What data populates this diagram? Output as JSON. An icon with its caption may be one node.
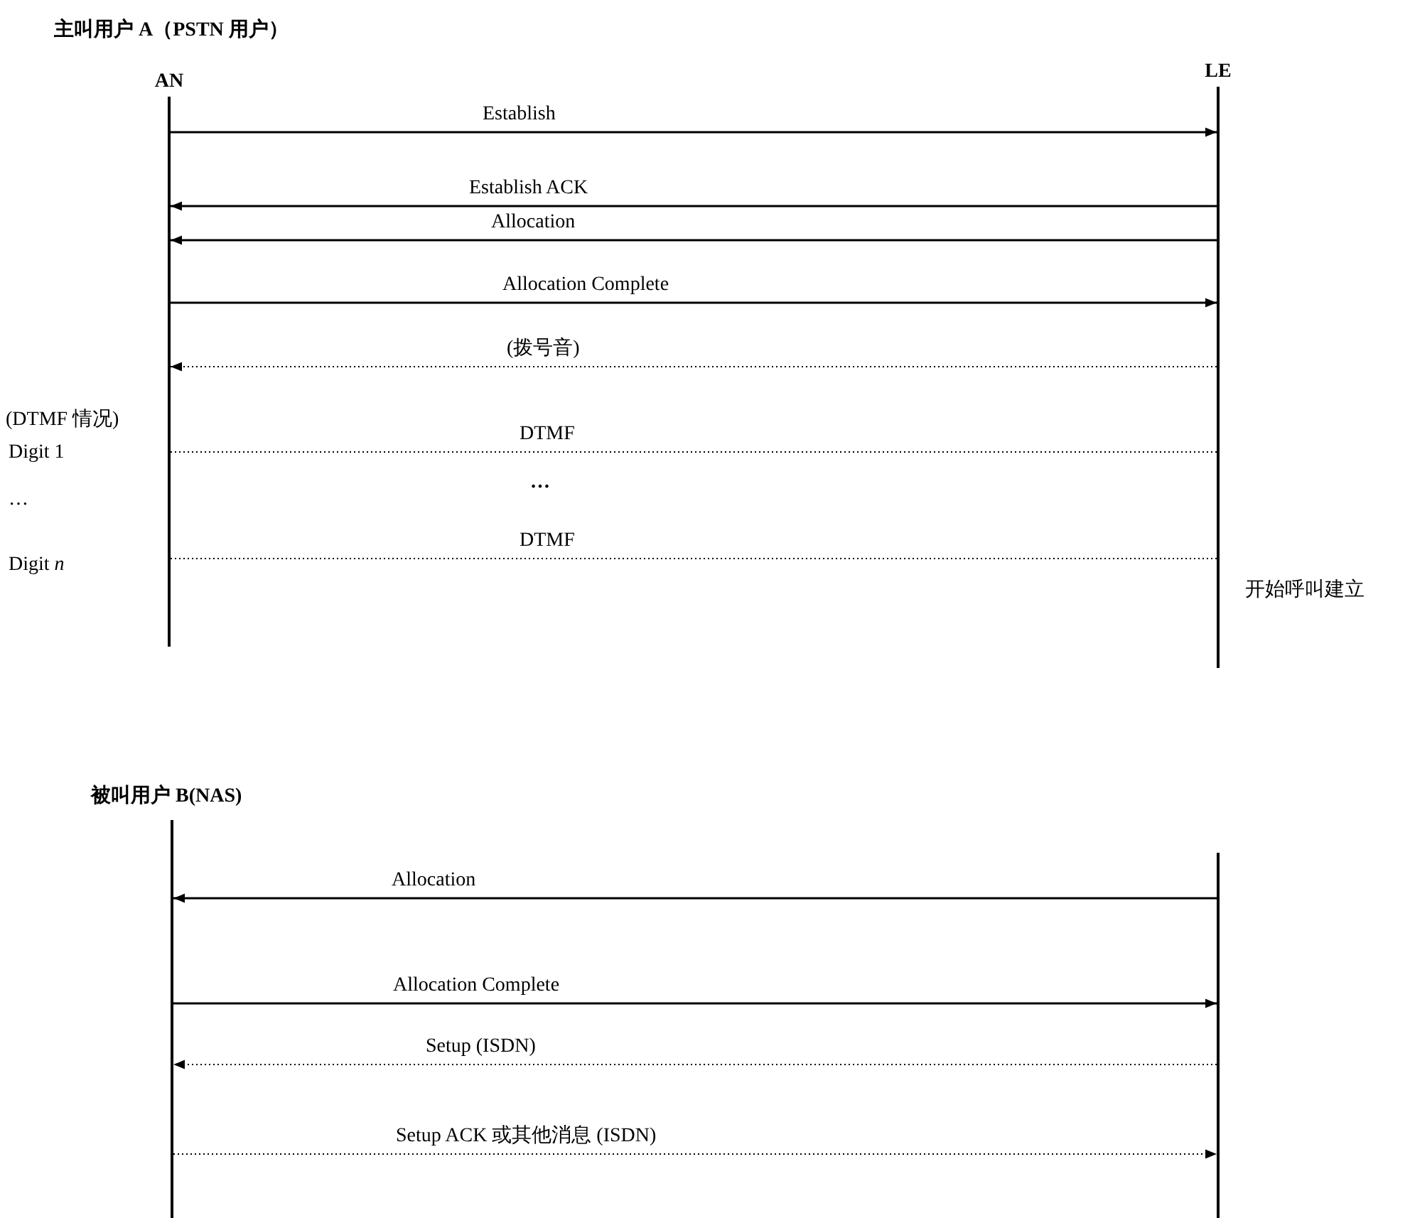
{
  "diagram": {
    "nodes": [
      {
        "text": [
          "AN"
        ]
      },
      {
        "text": [
          "LE"
        ]
      },
      {
        "text": [],
        "shape": "line"
      },
      {
        "text": [],
        "shape": "line"
      }
    ],
    "edges": [
      {
        "from": 0,
        "to": 1,
        "arrow": "to",
        "label": "Establish"
      },
      {
        "from": 1,
        "to": 0,
        "arrow": "to",
        "label": "Establish ACK"
      },
      {
        "from": 1,
        "to": 0,
        "arrow": "to",
        "label": "Allocation"
      },
      {
        "from": 0,
        "to": 1,
        "arrow": "to",
        "label": "Allocation Complete"
      },
      {
        "from": 1,
        "to": 0,
        "arrow": "to",
        "label": "(拨号音)",
        "style": "dashed"
      },
      {
        "from": 0,
        "to": 1,
        "arrow": "none",
        "label": "DTMF",
        "style": "dashed"
      },
      {
        "from": 0,
        "to": 1,
        "arrow": "none",
        "label": "DTMF",
        "style": "dashed"
      },
      {
        "from": 3,
        "to": 2,
        "arrow": "to",
        "label": "Allocation"
      },
      {
        "from": 2,
        "to": 3,
        "arrow": "to",
        "label": "Allocation Complete"
      },
      {
        "from": 3,
        "to": 2,
        "arrow": "to",
        "label": "Setup (ISDN)",
        "style": "dashed"
      },
      {
        "from": 2,
        "to": 3,
        "arrow": "to",
        "label": "Setup ACK 或其他消息 (ISDN)",
        "style": "dashed"
      }
    ],
    "labels": [
      "主叫用户 A（PSTN 用户）",
      "(DTMF 情况)",
      "Digit 1",
      "…",
      "…",
      "Digit *n*",
      "开始呼叫建立",
      "被叫用户 B(NAS)"
    ]
  }
}
